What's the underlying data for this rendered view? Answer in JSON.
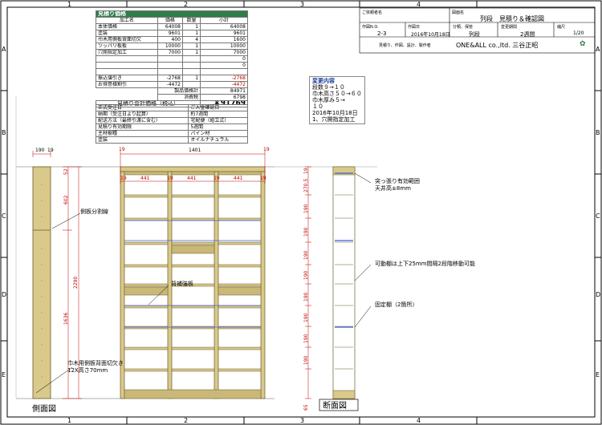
{
  "grid": {
    "cols": [
      "1",
      "2",
      "3",
      "4"
    ],
    "rows": [
      "A",
      "B",
      "C",
      "D",
      "E"
    ]
  },
  "estimate": {
    "title": "見積り価格",
    "headers": [
      "加工名",
      "価格",
      "数量",
      "小計"
    ],
    "rows": [
      {
        "name": "本体価格",
        "price": "64008",
        "qty": "1",
        "sub": "64008"
      },
      {
        "name": "塗装",
        "price": "9601",
        "qty": "1",
        "sub": "9601"
      },
      {
        "name": "巾木用側板背面切欠",
        "price": "400",
        "qty": "4",
        "sub": "1600"
      },
      {
        "name": "ツッパリ板板",
        "price": "10000",
        "qty": "1",
        "sub": "10000"
      },
      {
        "name": "穴開指定加工",
        "price": "7000",
        "qty": "1",
        "sub": "7000"
      },
      {
        "name": "",
        "price": "",
        "qty": "",
        "sub": "0"
      },
      {
        "name": "",
        "price": "",
        "qty": "",
        "sub": "0"
      },
      {
        "name": "",
        "price": "",
        "qty": "",
        "sub": ""
      },
      {
        "name": "振込値引き",
        "price": "-2768",
        "qty": "1",
        "sub": "-2768"
      },
      {
        "name": "お得意様割引",
        "price": "-4472",
        "qty": "",
        "sub": "-4472"
      }
    ],
    "product_total_label": "製品価格計",
    "product_total": "84971",
    "tax_label": "消費税",
    "tax": "6798",
    "grand_label": "見積り合計価格（税込）",
    "grand": "￥91769"
  },
  "spec": [
    {
      "k": "正式受注日",
      "v": "ご入金確認日"
    },
    {
      "k": "納期（受注日より起算）",
      "v": "約7週間"
    },
    {
      "k": "配送方法（最終引渡に含む）",
      "v": "宅配便（組立式）"
    },
    {
      "k": "見積り有効期限",
      "v": "5週間"
    },
    {
      "k": "主材樹種",
      "v": "パイン材"
    },
    {
      "k": "塗装",
      "v": "オイルナチュラル"
    }
  ],
  "title_block": {
    "client_label": "ご依頼者名",
    "drawing_label": "図面名",
    "drawing": "列段　見積り＆確認図",
    "no_label": "作図N.O.",
    "no": "2-3",
    "date_label": "作図日",
    "date": "2016年10月18日",
    "cat_label": "分類、保管",
    "cat": "列段",
    "period_label": "変更期間",
    "period": "2週間",
    "scale_label": "縮尺",
    "scale": "1/20",
    "company_caption": "見積り、作図、設計、製作者",
    "company": "ONE&ALL co.,ltd.  三谷正昭"
  },
  "changes": {
    "title": "変更内容",
    "lines": [
      "段数９→１０",
      "巾木高さ５０→６０",
      "巾木厚み５→",
      "１０",
      "2016年10月18日",
      "1、穴開指定加工"
    ]
  },
  "dims": {
    "top_left_a": "190",
    "top_left_b": "19",
    "top_19a": "19",
    "total_w": "1401",
    "top_19b": "19",
    "col_w": "441",
    "side_19": "19",
    "height_total": "2290",
    "height_602": "602",
    "height_1636": "1636",
    "top_52": "52",
    "section_top": "19",
    "section_2705": "270.5",
    "section_190": "190",
    "section_bottom": "65"
  },
  "labels": {
    "side_split": "側板分割線",
    "reinforce": "背補強板",
    "baseboard_cut": "巾木用側板背面切欠き",
    "baseboard_size": "12X高さ70mm",
    "side_view": "側面図",
    "section_view": "断面図",
    "tension_range": "突っ張り有効範囲",
    "ceiling": "天井高±8mm",
    "movable": "可動棚は上下25mm間隔2段階移動可能",
    "fixed": "固定棚（2箇所）"
  },
  "colors": {
    "wood": "#d9c98a",
    "wood_edge": "#6b5a2a",
    "green_hdr": "#2e7d4a",
    "blue_shelf": "#3a5fd8",
    "red": "#c00000"
  }
}
